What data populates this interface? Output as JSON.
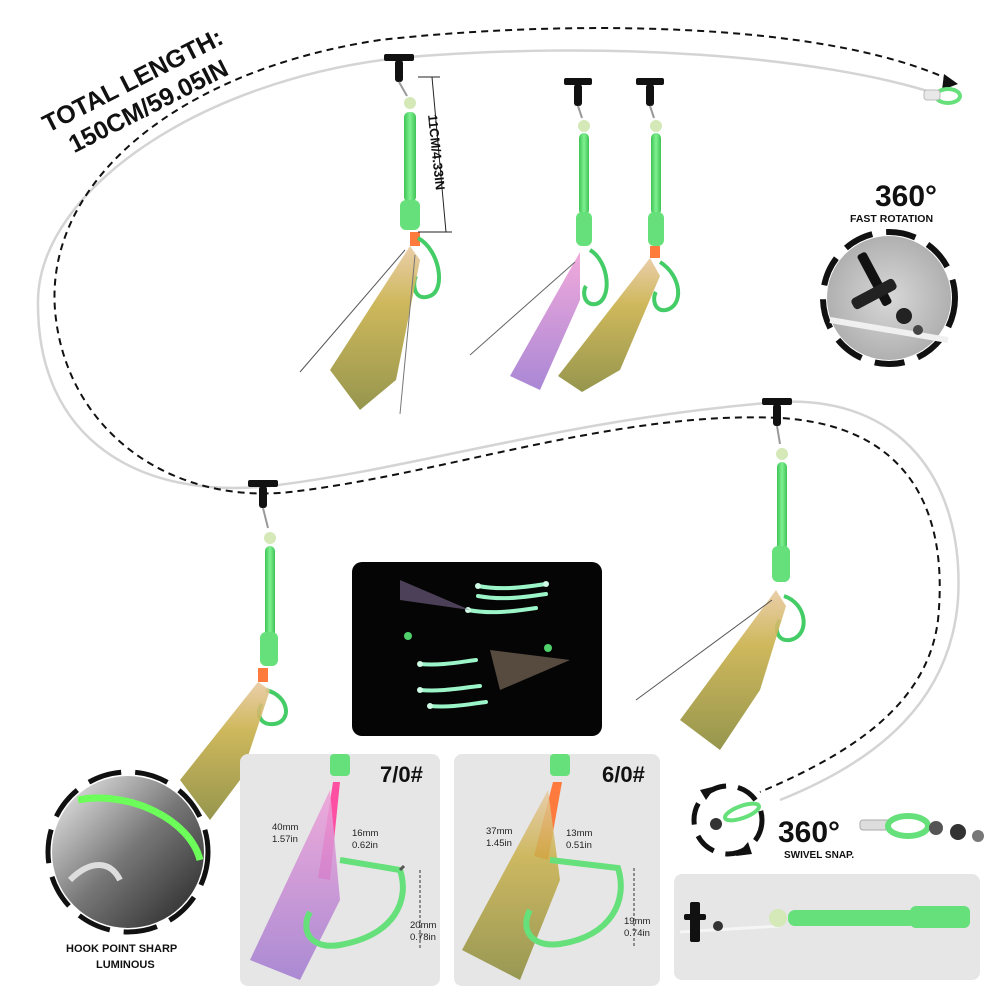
{
  "title": {
    "line1": "TOTAL LENGTH:",
    "line2": "150CM/59.05IN"
  },
  "snood_length": "11CM/4.33IN",
  "rotation_badge": {
    "value": "360°",
    "caption": "FAST ROTATION"
  },
  "swivel_badge": {
    "value": "360°",
    "caption": "SWIVEL SNAP."
  },
  "hook_feature": {
    "line1": "HOOK POINT SHARP",
    "line2": "LUMINOUS"
  },
  "hook_70": {
    "size": "7/0#",
    "shank_mm": "40mm",
    "shank_in": "1.57in",
    "gap_mm": "16mm",
    "gap_in": "0.62in",
    "bend_mm": "20mm",
    "bend_in": "0.78in"
  },
  "hook_60": {
    "size": "6/0#",
    "shank_mm": "37mm",
    "shank_in": "1.45in",
    "gap_mm": "13mm",
    "gap_in": "0.51in",
    "bend_mm": "19mm",
    "bend_in": "0.74in"
  },
  "colors": {
    "tube": "#66e07a",
    "tube_dark": "#3fc457",
    "glow": "#9cf5c8",
    "flash_gold": "#c9b04a",
    "flash_pink": "#d59ad8",
    "panel_bg": "#e6e6e6",
    "dark_panel": "#050505",
    "sleeve_orange": "#ff7a3d",
    "sleeve_pink": "#ff4fa3"
  }
}
